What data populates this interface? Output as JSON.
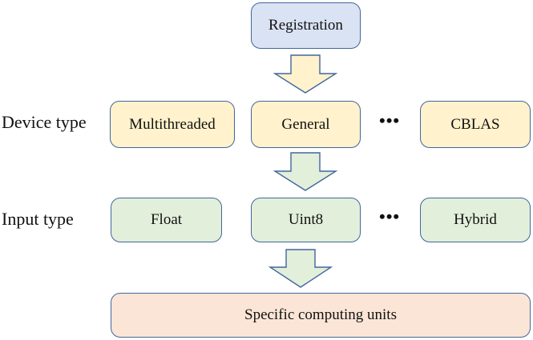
{
  "diagram": {
    "top_node": {
      "label": "Registration",
      "color": "#dae3f3"
    },
    "rows": [
      {
        "label": "Device type",
        "color": "#fff2cc",
        "nodes": [
          "Multithreaded",
          "General",
          "CBLAS"
        ],
        "ellipsis": "•••"
      },
      {
        "label": "Input type",
        "color": "#e2efda",
        "nodes": [
          "Float",
          "Uint8",
          "Hybrid"
        ],
        "ellipsis": "•••"
      }
    ],
    "bottom_node": {
      "label": "Specific computing units",
      "color": "#fbe5d6"
    },
    "arrows": [
      {
        "from": "Registration",
        "to": "General",
        "color": "#fff2cc"
      },
      {
        "from": "General",
        "to": "Uint8",
        "color": "#e2efda"
      },
      {
        "from": "Uint8",
        "to": "Specific computing units",
        "color": "#e2efda"
      }
    ],
    "border_color": "#41669c"
  }
}
